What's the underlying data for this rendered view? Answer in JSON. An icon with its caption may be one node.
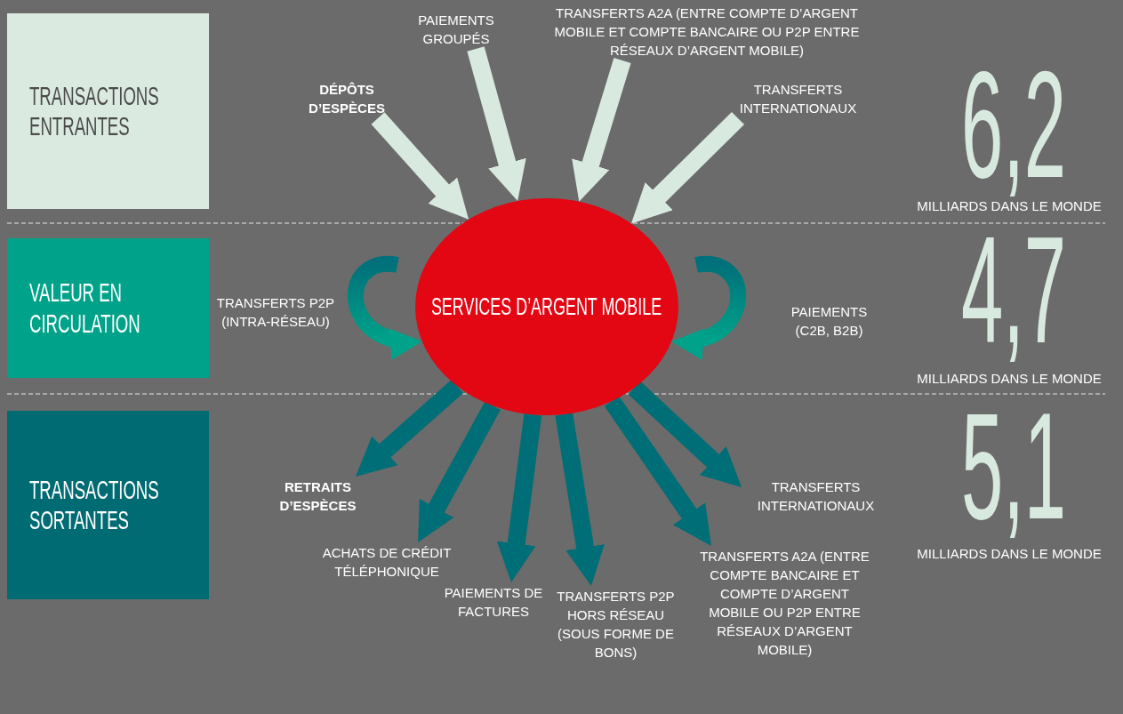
{
  "diagram": {
    "nodes": [
      {
        "text": [
          "TRANSACTIONS ENTRANTES"
        ]
      },
      {
        "text": [
          "VALEUR EN CIRCULATION"
        ]
      },
      {
        "text": [
          "TRANSACTIONS SORTANTES"
        ]
      },
      {
        "text": [
          "SERVICES D’ARGENT MOBILE"
        ]
      },
      {
        "text": [
          "DÉPÔTS D’ESPÈCES"
        ]
      },
      {
        "text": [
          "PAIEMENTS GROUPÉS"
        ]
      },
      {
        "text": [
          "TRANSFERTS A2A (ENTRE COMPTE D’ARGENT MOBILE ET COMPTE BANCAIRE OU P2P ENTRE RÉSEAUX D’ARGENT MOBILE)"
        ]
      },
      {
        "text": [
          "TRANSFERTS INTERNATIONAUX"
        ]
      },
      {
        "text": [
          "TRANSFERTS P2P (INTRA-RÉSEAU)"
        ]
      },
      {
        "text": [
          "PAIEMENTS (C2B, B2B)"
        ]
      },
      {
        "text": [
          "RETRAITS D’ESPÈCES"
        ]
      },
      {
        "text": [
          "ACHATS DE CRÉDIT TÉLÉPHONIQUE"
        ]
      },
      {
        "text": [
          "PAIEMENTS DE FACTURES"
        ]
      },
      {
        "text": [
          "TRANSFERTS P2P HORS RÉSEAU (SOUS FORME DE BONS)"
        ]
      },
      {
        "text": [
          "TRANSFERTS A2A (ENTRE COMPTE BANCAIRE ET COMPTE D’ARGENT MOBILE OU P2P ENTRE RÉSEAUX D’ARGENT MOBILE)"
        ]
      },
      {
        "text": [
          "TRANSFERTS INTERNATIONAUX"
        ]
      }
    ],
    "edges": [
      {
        "from": 4,
        "to": 3,
        "arrow": "to",
        "color": "#d8eadf"
      },
      {
        "from": 5,
        "to": 3,
        "arrow": "to",
        "color": "#d8eadf"
      },
      {
        "from": 6,
        "to": 3,
        "arrow": "to",
        "color": "#d8eadf"
      },
      {
        "from": 7,
        "to": 3,
        "arrow": "to",
        "color": "#d8eadf"
      },
      {
        "from": null,
        "to": 3,
        "arrow": "to",
        "color": "#00a38a"
      },
      {
        "from": null,
        "to": 3,
        "arrow": "to",
        "color": "#00a38a"
      },
      {
        "from": 3,
        "to": 10,
        "arrow": "to",
        "color": "#006e76"
      },
      {
        "from": 3,
        "to": 11,
        "arrow": "to",
        "color": "#006e76"
      },
      {
        "from": 3,
        "to": 12,
        "arrow": "to",
        "color": "#006e76"
      },
      {
        "from": 3,
        "to": 13,
        "arrow": "to",
        "color": "#006e76"
      },
      {
        "from": 3,
        "to": 14,
        "arrow": "to",
        "color": "#006e76"
      },
      {
        "from": 3,
        "to": 15,
        "arrow": "to",
        "color": "#006e76"
      }
    ],
    "labels": [
      "6,2",
      "MILLIARDS DANS LE MONDE",
      "4,7",
      "MILLIARDS DANS LE MONDE",
      "5,1",
      "MILLIARDS DANS LE MONDE"
    ]
  }
}
